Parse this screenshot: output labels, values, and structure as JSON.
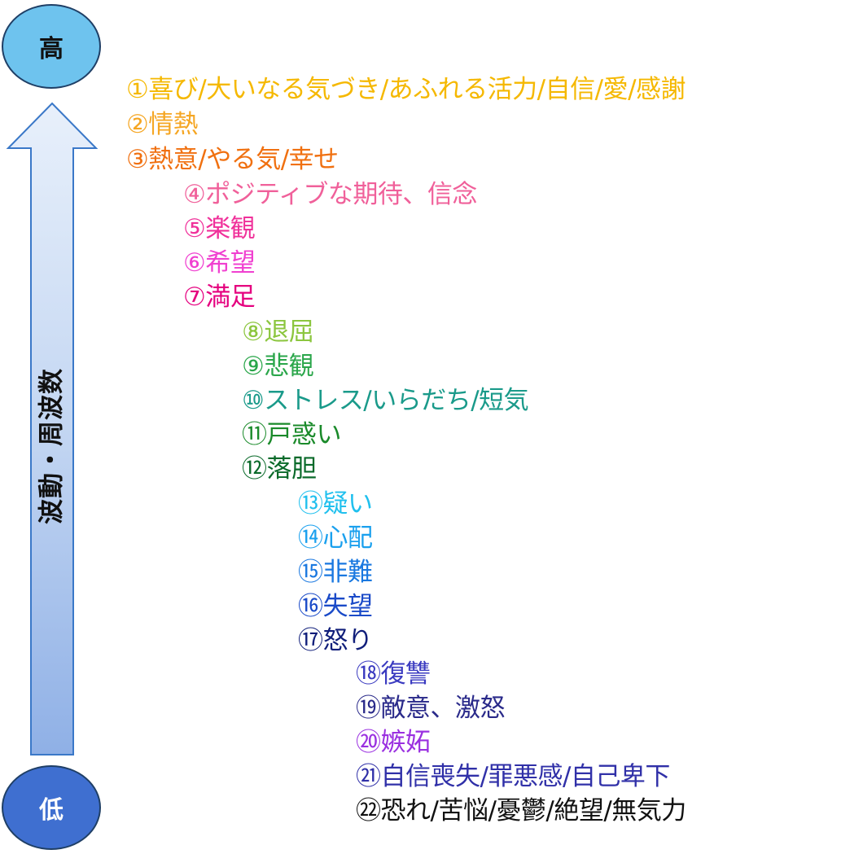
{
  "scale": {
    "high_label": "高",
    "low_label": "低",
    "axis_label": "波動・周波数"
  },
  "levels": [
    {
      "text": "①喜び/大いなる気づき/あふれる活力/自信/愛/感謝",
      "color": "#f5b800"
    },
    {
      "text": "②情熱",
      "color": "#f5a623"
    },
    {
      "text": "③熱意/やる気/幸せ",
      "color": "#f07010"
    },
    {
      "text": "④ポジティブな期待、信念",
      "color": "#f0609a"
    },
    {
      "text": "⑤楽観",
      "color": "#f0309a"
    },
    {
      "text": "⑥希望",
      "color": "#f040d0"
    },
    {
      "text": "⑦満足",
      "color": "#e5007f"
    },
    {
      "text": "⑧退屈",
      "color": "#8cc63f"
    },
    {
      "text": "⑨悲観",
      "color": "#2aa64a"
    },
    {
      "text": "⑩ストレス/いらだち/短気",
      "color": "#1a9a8a"
    },
    {
      "text": "⑪戸惑い",
      "color": "#1a8a2a"
    },
    {
      "text": "⑫落胆",
      "color": "#0a6a2a"
    },
    {
      "text": "⑬疑い",
      "color": "#20c0ee"
    },
    {
      "text": "⑭心配",
      "color": "#1aa0ee"
    },
    {
      "text": "⑮非難",
      "color": "#1a78e0"
    },
    {
      "text": "⑯失望",
      "color": "#1a4ac8"
    },
    {
      "text": "⑰怒り",
      "color": "#101e7a"
    },
    {
      "text": "⑱復讐",
      "color": "#3a3ac0"
    },
    {
      "text": "⑲敵意、激怒",
      "color": "#2a2a8a"
    },
    {
      "text": "⑳嫉妬",
      "color": "#9a30e0"
    },
    {
      "text": "㉑自信喪失/罪悪感/自己卑下",
      "color": "#3030a8"
    },
    {
      "text": "㉒恐れ/苦悩/憂鬱/絶望/無気力",
      "color": "#111111"
    }
  ]
}
